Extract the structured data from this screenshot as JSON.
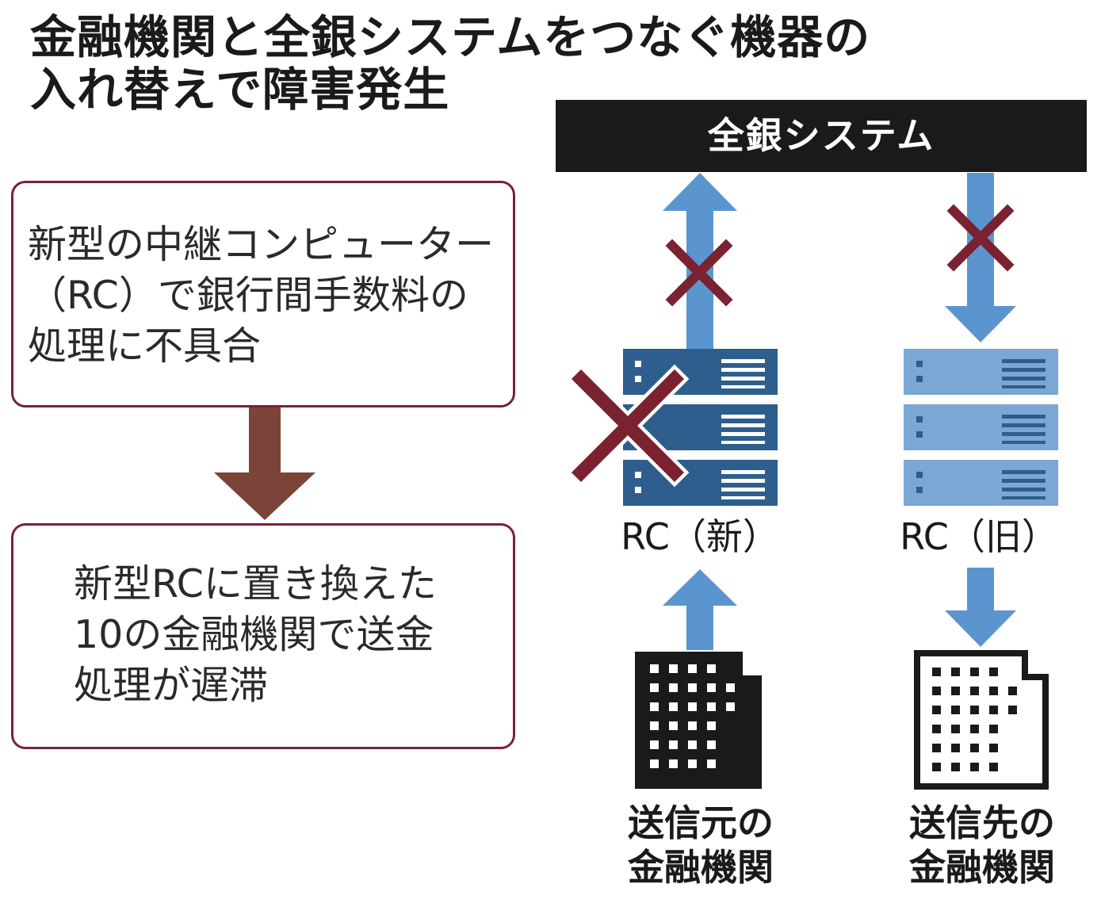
{
  "title": {
    "line1": "金融機関と全銀システムをつなぐ機器の",
    "line2": "入れ替えで障害発生"
  },
  "flow": {
    "box1": {
      "lines": [
        "新型の中継コンピューター",
        "（RC）で銀行間手数料の",
        "処理に不具合"
      ]
    },
    "box2": {
      "lines": [
        "新型RCに置き換えた",
        "10の金融機関で送金",
        "処理が遅滞"
      ]
    }
  },
  "diagram": {
    "zengin_label": "全銀システム",
    "rc_new_label": "RC（新）",
    "rc_old_label": "RC（旧）",
    "sender_label": [
      "送信元の",
      "金融機関"
    ],
    "receiver_label": [
      "送信先の",
      "金融機関"
    ]
  },
  "colors": {
    "box_border": "#7a2230",
    "flow_arrow": "#7a4538",
    "blue_arrow": "#5b95cf",
    "rc_new": "#2d5e8e",
    "rc_old": "#7ba7d4",
    "cross": "#7a2230",
    "black_bar": "#1a1a1a"
  }
}
